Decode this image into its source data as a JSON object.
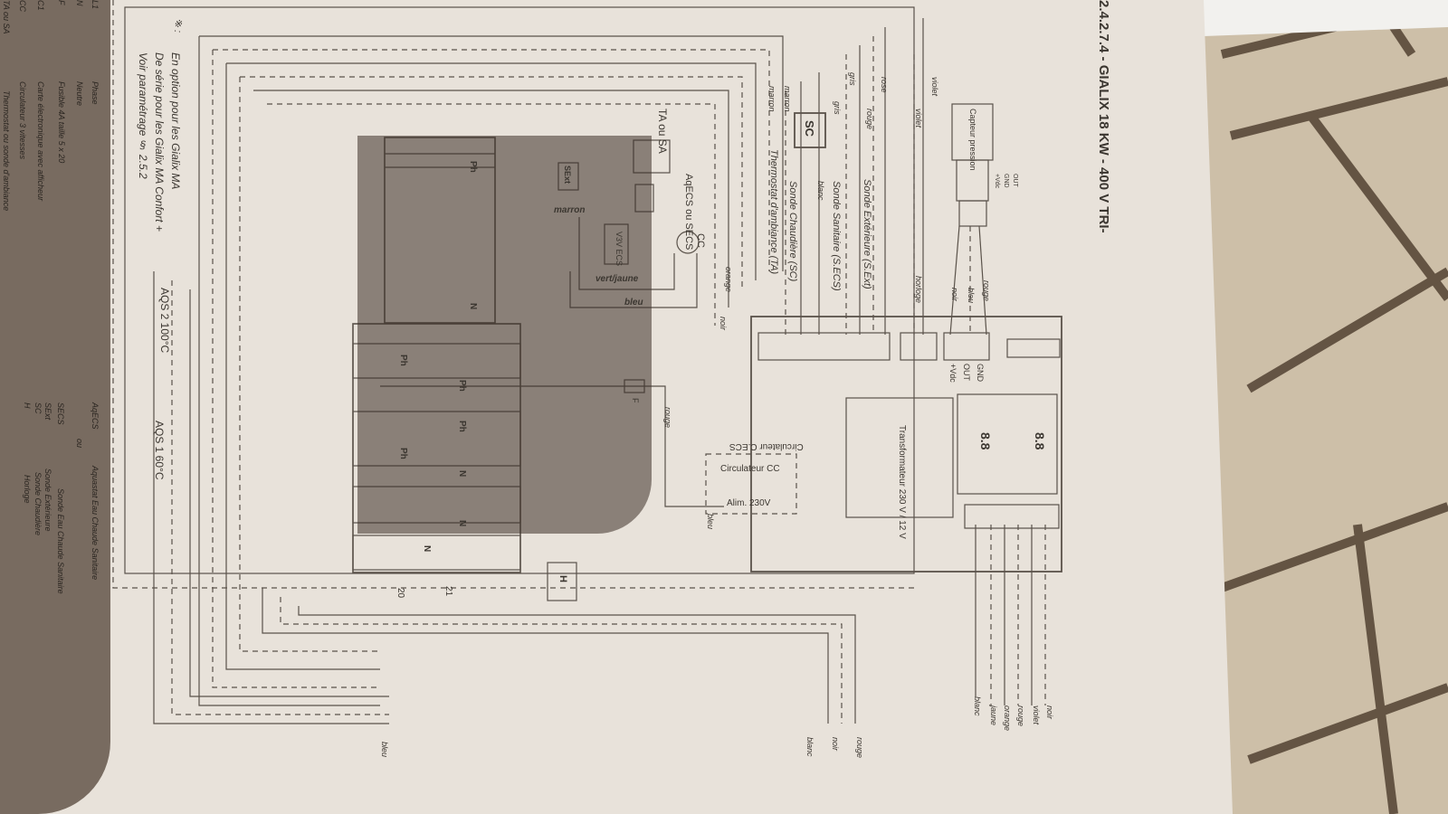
{
  "title": "2.4.2.7.4 - GIALIX 18 KW - 400 V TRI-",
  "note": {
    "marker": "※:",
    "lines": [
      "En option pour les Gialix MA",
      "De série pour les Gialix MA Confort +",
      "Voir paramétrage § 2.5.2"
    ]
  },
  "legend": {
    "col1": [
      {
        "abbr": "L1",
        "desc": "Phase"
      },
      {
        "abbr": "N",
        "desc": "Neutre"
      },
      {
        "abbr": "F",
        "desc": "Fusible 4A taille 5 x 20"
      },
      {
        "abbr": "C1",
        "desc": "Carte électronique avec afficheur"
      },
      {
        "abbr": "CC",
        "desc": "Circulateur 3 vitesses"
      },
      {
        "abbr": "TA ou SA",
        "desc": "Thermostat ou sonde d'ambiance"
      }
    ],
    "col2": [
      {
        "abbr": "AqECS",
        "desc": "Aquastat Eau Chaude Sanitaire"
      },
      {
        "abbr": "ou",
        "desc": ""
      },
      {
        "abbr": "SECS",
        "desc": "Sonde Eau Chaude Sanitaire"
      },
      {
        "abbr": "SExt",
        "desc": "Sonde Extérieure"
      },
      {
        "abbr": "SC",
        "desc": "Sonde Chaudière"
      },
      {
        "abbr": "H",
        "desc": "Horloge"
      }
    ]
  },
  "components": {
    "capteur": "Capteur pression",
    "capteur_pins": [
      "OUT",
      "GND",
      "+Vdc"
    ],
    "board_pins": [
      "GND",
      "OUT",
      "+Vdc"
    ],
    "sc": "SC",
    "sext": "SExt",
    "ta_sa": "TA ou SA",
    "aqecs": "AqECS ou SECS",
    "cc": "CC",
    "v3v": "V3V ECS",
    "fuse": "F",
    "h": "H",
    "transformer": "Transformateur 230 V / 12 V",
    "aqs2": "AQS 2 100°C",
    "aqs1": "AQS 1 60°C",
    "terminal_20": "20",
    "terminal_21": "21",
    "display": "8.8"
  },
  "labels": {
    "sonde_ext": "Sonde Extérieure (S.Ext)",
    "sonde_san": "Sonde Sanitaire (S.ECS)",
    "sonde_chaud": "Sonde Chaudière (SC)",
    "thermostat": "Thermostat d'ambiance (TA)",
    "circ_ecs": "Circulateur C.ECS",
    "circ_cc": "Circulateur CC",
    "alim": "Alim. 230V"
  },
  "wire_colors": {
    "rose": "rose",
    "rouge": "rouge",
    "gris": "gris",
    "blanc": "blanc",
    "marron": "marron",
    "violet": "violet",
    "horloge": "horloge",
    "bleu": "bleu",
    "noir": "noir",
    "orange": "orange",
    "vertjaune": "vert/jaune",
    "jaune": "jaune",
    "ph": "Ph",
    "n": "N"
  }
}
